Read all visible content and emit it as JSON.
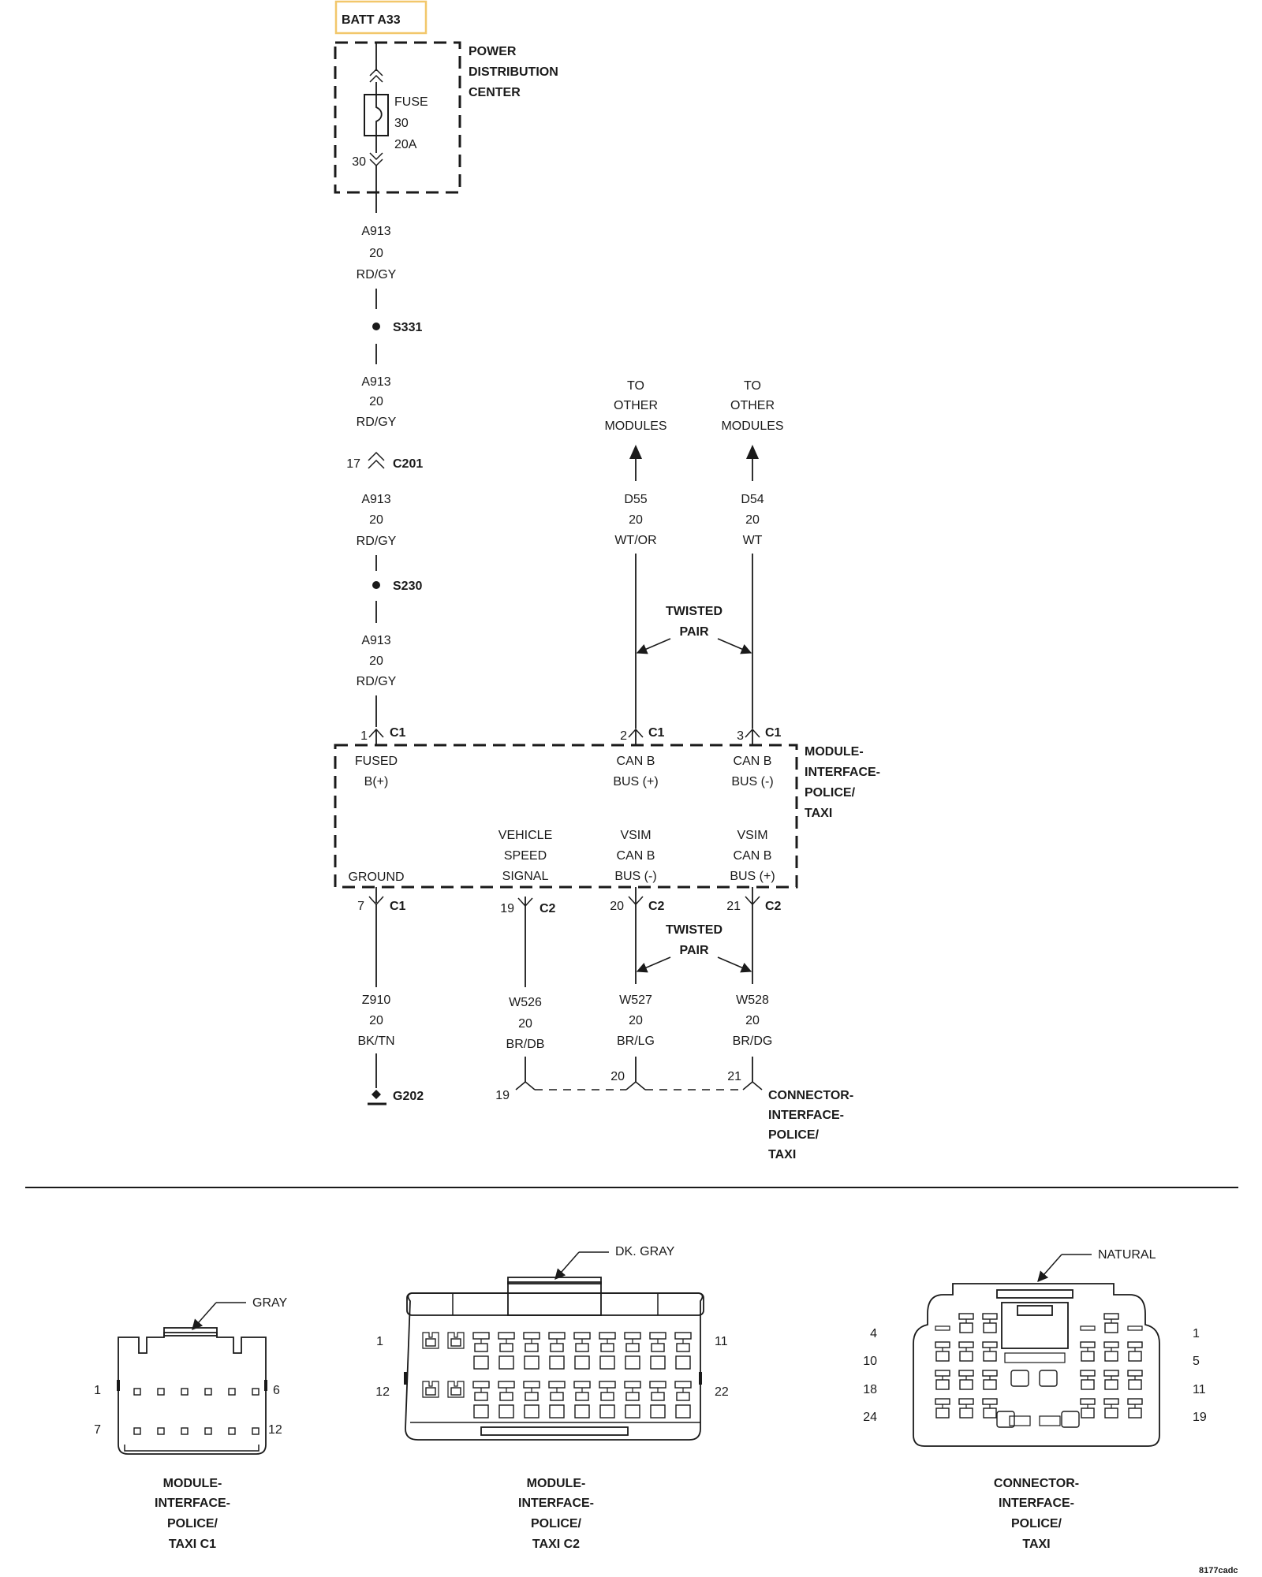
{
  "source": {
    "label": "BATT A33",
    "border_color": "#f2c76b"
  },
  "pdc": {
    "name_lines": [
      "POWER",
      "DISTRIBUTION",
      "CENTER"
    ],
    "fuse_lines": [
      "FUSE",
      "30",
      "20A"
    ],
    "pin": "30"
  },
  "wire_a913": {
    "seg1": [
      "A913",
      "20",
      "RD/GY"
    ],
    "seg2": [
      "A913",
      "20",
      "RD/GY"
    ],
    "seg3": [
      "A913",
      "20",
      "RD/GY"
    ],
    "seg4": [
      "A913",
      "20",
      "RD/GY"
    ]
  },
  "splices": {
    "s331": "S331",
    "s230": "S230"
  },
  "inline_c201": {
    "pin": "17",
    "name": "C201"
  },
  "to_other_modules": {
    "left": [
      "TO",
      "OTHER",
      "MODULES"
    ],
    "right": [
      "TO",
      "OTHER",
      "MODULES"
    ]
  },
  "wire_d55": [
    "D55",
    "20",
    "WT/OR"
  ],
  "wire_d54": [
    "D54",
    "20",
    "WT"
  ],
  "twisted_pair_label": [
    "TWISTED",
    "PAIR"
  ],
  "module": {
    "name_lines": [
      "MODULE-",
      "INTERFACE-",
      "POLICE/",
      "TAXI"
    ],
    "top_pins": [
      {
        "pin": "1",
        "conn": "C1",
        "label": [
          "FUSED",
          "B(+)"
        ]
      },
      {
        "pin": "2",
        "conn": "C1",
        "label": [
          "CAN B",
          "BUS (+)"
        ]
      },
      {
        "pin": "3",
        "conn": "C1",
        "label": [
          "CAN B",
          "BUS (-)"
        ]
      }
    ],
    "bottom_pins": [
      {
        "pin": "7",
        "conn": "C1",
        "label": [
          "GROUND"
        ]
      },
      {
        "pin": "19",
        "conn": "C2",
        "label": [
          "VEHICLE",
          "SPEED",
          "SIGNAL"
        ]
      },
      {
        "pin": "20",
        "conn": "C2",
        "label": [
          "VSIM",
          "CAN B",
          "BUS (-)"
        ]
      },
      {
        "pin": "21",
        "conn": "C2",
        "label": [
          "VSIM",
          "CAN B",
          "BUS (+)"
        ]
      }
    ]
  },
  "wire_z910": [
    "Z910",
    "20",
    "BK/TN"
  ],
  "wire_w526": [
    "W526",
    "20",
    "BR/DB"
  ],
  "wire_w527": [
    "W527",
    "20",
    "BR/LG"
  ],
  "wire_w528": [
    "W528",
    "20",
    "BR/DG"
  ],
  "ground": "G202",
  "lower_connector": {
    "pins": [
      "19",
      "20",
      "21"
    ],
    "name_lines": [
      "CONNECTOR-",
      "INTERFACE-",
      "POLICE/",
      "TAXI"
    ]
  },
  "connector_views": {
    "c1": {
      "color": "GRAY",
      "pins": [
        "1",
        "6",
        "7",
        "12"
      ],
      "name_lines": [
        "MODULE-",
        "INTERFACE-",
        "POLICE/",
        "TAXI C1"
      ]
    },
    "c2": {
      "color": "DK. GRAY",
      "pins": [
        "1",
        "11",
        "12",
        "22"
      ],
      "name_lines": [
        "MODULE-",
        "INTERFACE-",
        "POLICE/",
        "TAXI C2"
      ]
    },
    "c3": {
      "color": "NATURAL",
      "pins_left": [
        "4",
        "10",
        "18",
        "24"
      ],
      "pins_right": [
        "1",
        "5",
        "11",
        "19"
      ],
      "name_lines": [
        "CONNECTOR-",
        "INTERFACE-",
        "POLICE/",
        "TAXI"
      ]
    }
  },
  "figure_id": "8177cadc"
}
